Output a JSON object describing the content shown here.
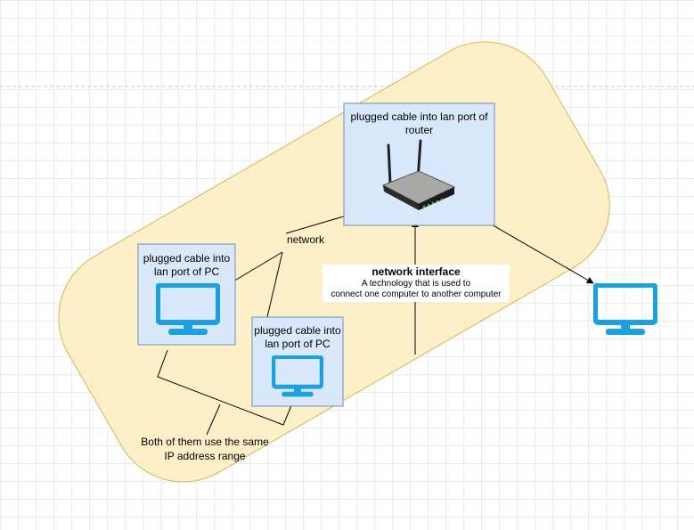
{
  "diagram": {
    "router_box": {
      "label": "plugged cable into lan port of router"
    },
    "pc1_box": {
      "label": "plugged cable into lan port of PC"
    },
    "pc2_box": {
      "label": "plugged cable into lan port of PC"
    },
    "network_label": "network",
    "network_interface": {
      "title": "network interface",
      "desc_line1": "A technology that is used to",
      "desc_line2": "connect one computer to another computer"
    },
    "ip_note": {
      "line1": "Both of them use the same",
      "line2": "IP address range"
    },
    "colors": {
      "region_fill": "#fdf0c8",
      "region_stroke": "#d6b656",
      "box_fill": "#dae8fc",
      "box_stroke": "#6c8ebf",
      "monitor": "#1ba1e2"
    },
    "icons": [
      "router-icon",
      "monitor-icon"
    ]
  }
}
